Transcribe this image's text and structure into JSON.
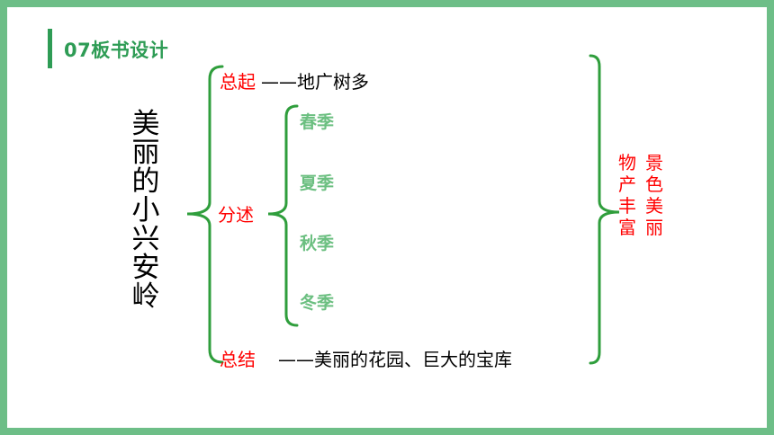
{
  "header": {
    "title": "07板书设计"
  },
  "topic": "美丽的小兴安岭",
  "structure": {
    "intro": {
      "label": "总起",
      "text": "——地广树多"
    },
    "body": {
      "label": "分述",
      "seasons": [
        "春季",
        "夏季",
        "秋季",
        "冬季"
      ]
    },
    "conclusion": {
      "label": "总结",
      "text": "——美丽的花园、巨大的宝库"
    }
  },
  "summary": {
    "left_column": "物产丰富",
    "right_column": "景色美丽"
  },
  "colors": {
    "frame": "#6dbe87",
    "accent": "#2e9c55",
    "label_red": "#ff0000",
    "season_green": "#6bbf80",
    "bracket_green": "#3aa64a"
  }
}
